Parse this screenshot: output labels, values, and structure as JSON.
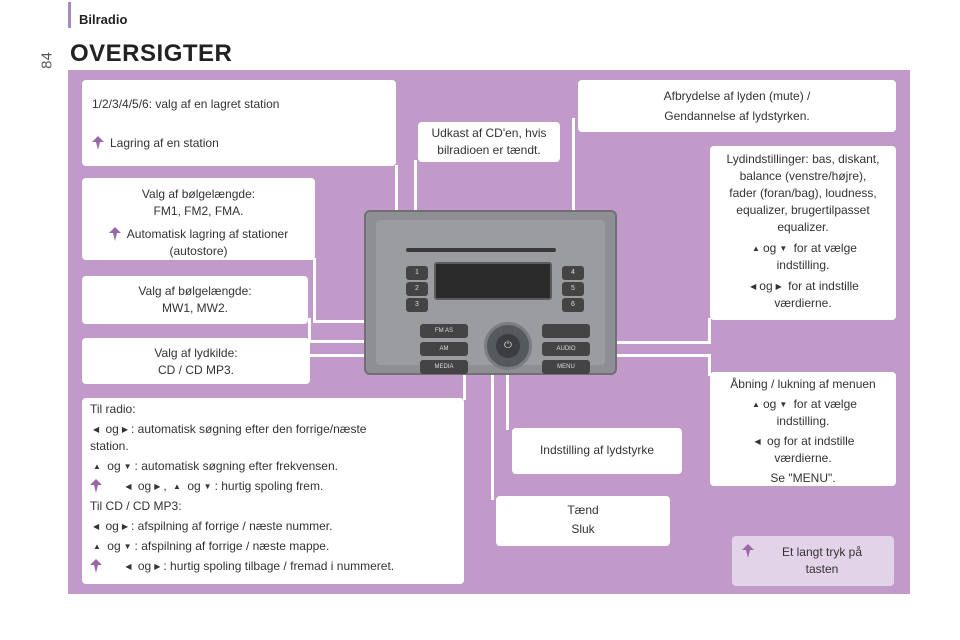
{
  "header": {
    "section": "Bilradio",
    "page_number": "84",
    "title": "OVERSIGTER"
  },
  "callouts": {
    "presets": {
      "line1": "1/2/3/4/5/6: valg af en lagret station",
      "tip": "Lagring af en station"
    },
    "fm_band": {
      "line1": "Valg af bølgelængde:",
      "line2": "FM1, FM2, FMA.",
      "tip1": "Automatisk lagring af stationer",
      "tip2": "(autostore)"
    },
    "am_band": {
      "line1": "Valg af bølgelængde:",
      "line2": "MW1, MW2."
    },
    "source": {
      "line1": "Valg af lydkilde:",
      "line2": "CD / CD MP3."
    },
    "eject": {
      "line1": "Udkast af CD'en, hvis",
      "line2": "bilradioen er tændt."
    },
    "mute": {
      "line1": "Afbrydelse af lyden (mute) /",
      "line2": "Gendannelse af lydstyrken."
    },
    "audio": {
      "l1": "Lydindstillinger: bas, diskant,",
      "l2": "balance (venstre/højre),",
      "l3": "fader (foran/bag), loudness,",
      "l4": "equalizer, brugertilpasset",
      "l5": "equalizer.",
      "og": "og",
      "sel_tail": "for at vælge",
      "sel_tail2": "indstilling.",
      "adj_tail": "for at indstille",
      "adj_tail2": "værdierne."
    },
    "menu": {
      "l1": "Åbning / lukning af menuen",
      "og": "og",
      "sel_tail": "for at vælge",
      "sel_tail2": "indstilling.",
      "adj_og": "og",
      "adj_tail": "for at indstille",
      "adj_tail2": "værdierne.",
      "see": "Se \"MENU\"."
    },
    "volume": {
      "text": "Indstilling af lydstyrke"
    },
    "power": {
      "line1": "Tænd",
      "line2": "Sluk"
    },
    "longpress": {
      "line1": "Et langt tryk på",
      "line2": "tasten"
    },
    "tuning": {
      "radio_head": "Til radio:",
      "og": "og",
      "r1": ": automatisk søgning efter den forrige/næste",
      "r1b": "station.",
      "r2": ": automatisk søgning efter frekvensen.",
      "r3_comma": ",",
      "r3": ": hurtig spoling frem.",
      "cd_head": "Til CD / CD MP3:",
      "c1": ": afspilning af forrige / næste nummer.",
      "c2": ": afspilning af forrige / næste mappe.",
      "c3": ": hurtig spoling tilbage / fremad i nummeret."
    }
  },
  "radio": {
    "preset_labels": [
      "1",
      "2",
      "3",
      "4",
      "5",
      "6"
    ],
    "left_buttons": [
      "FM AS",
      "AM",
      "MEDIA"
    ],
    "right_buttons": [
      "",
      "AUDIO",
      "MENU"
    ]
  },
  "colors": {
    "panel": "#c29ac9",
    "tip_box": "#e3d3e8",
    "accent_bar": "#a38ac2"
  }
}
